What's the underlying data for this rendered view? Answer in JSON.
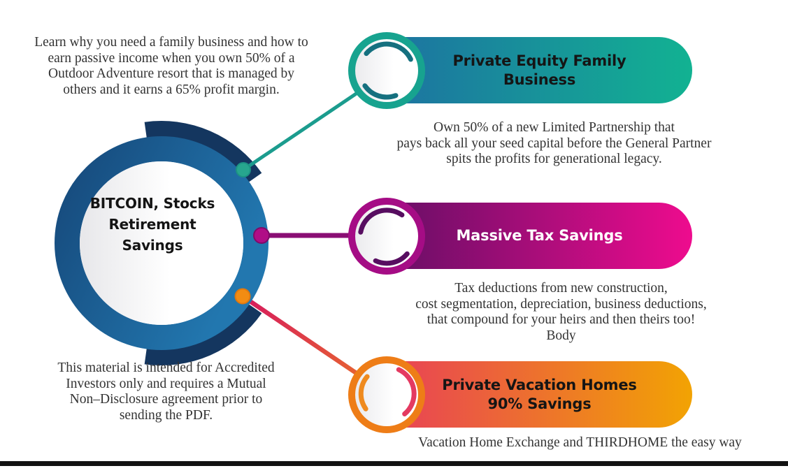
{
  "page": {
    "background": "#ffffff",
    "footer_bar_color": "#121212",
    "text_color": "#333333",
    "heading_color": "#141414"
  },
  "intro": {
    "text": "Learn why you need a family business and how to\nearn passive income when you own 50% of a\nOutdoor Adventure resort that is managed by\nothers and it earns a 65% profit margin."
  },
  "center_circle": {
    "title": "BITCOIN, Stocks\nRetirement\nSavings",
    "ring_gradient": [
      "#16497B",
      "#2277AF"
    ],
    "back_arc_color": "#14365F",
    "inner_gradient": [
      "#E7E7EA",
      "#FFFFFF"
    ]
  },
  "disclaimer": {
    "text": "This material is intended for Accredited\nInvestors only and requires a Mutual\nNon–Disclosure agreement prior to\nsending the PDF."
  },
  "items": [
    {
      "title": "Private Equity Family Business",
      "title_color": "#151515",
      "gradient": [
        "#1E6BA3",
        "#12B292"
      ],
      "badge": {
        "ring": "#17A38F",
        "arc1": "#15707F",
        "arc2": "#15707F"
      },
      "connector": {
        "line": "#1B9C8E",
        "dot": "#27A68E",
        "dot_edge": "#1C9384"
      },
      "description": "Own 50% of a new Limited Partnership that\npays back all your seed capital before the General Partner\nspits the profits for generational legacy."
    },
    {
      "title": "Massive Tax Savings",
      "title_color": "#FFFFFF",
      "gradient": [
        "#560E61",
        "#EE0C8E"
      ],
      "badge": {
        "ring": "#A50C85",
        "arc1": "#570D60",
        "arc2": "#570D60"
      },
      "connector": {
        "line": "#8A0E74",
        "dot": "#B00D86",
        "dot_edge": "#7E0B69"
      },
      "description": "Tax deductions from new construction,\ncost segmentation, depreciation, business deductions,\nthat compound for your heirs and then theirs too!\nBody"
    },
    {
      "title": "Private Vacation Homes\n90% Savings",
      "title_color": "#151515",
      "gradient": [
        "#E73561",
        "#F2A303"
      ],
      "badge": {
        "ring": "#EE7D17",
        "arc1": "#E43A61",
        "arc2": "#EF8A1E"
      },
      "connector": {
        "line": "#D6195E",
        "line_end": "#E96F2A",
        "dot": "#F28C12",
        "dot_edge": "#E0780E"
      },
      "description": "Vacation Home Exchange and THIRDHOME the easy way"
    }
  ]
}
